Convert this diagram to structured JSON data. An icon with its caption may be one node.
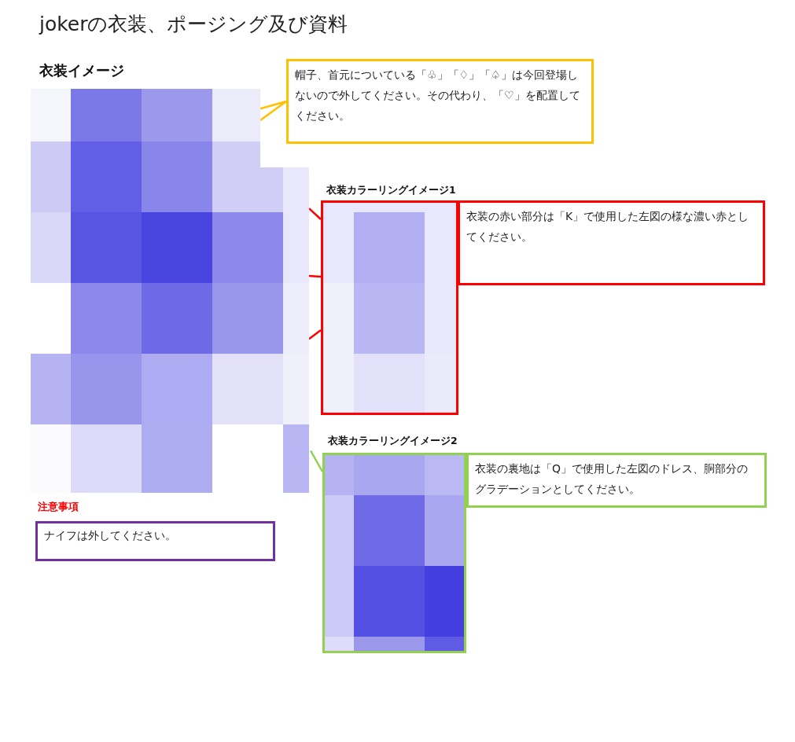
{
  "diagram": {
    "title": "jokerの衣装、ポージング及び資料",
    "nodes": [
      {
        "text": [
          "衣装イメージ"
        ]
      },
      {
        "text": [
          "帽子、首元についている「♧」「♢」「♤」は今回登場しないので外してください。その代わり、「♡」を配置してください。"
        ]
      },
      {
        "text": [
          "衣装カラーリングイメージ1"
        ]
      },
      {
        "text": [
          "衣装の赤い部分は「K」で使用した左図の様な濃い赤としてください。"
        ]
      },
      {
        "text": [
          "衣装カラーリングイメージ2"
        ]
      },
      {
        "text": [
          "衣装の裏地は「Q」で使用した左図のドレス、胴部分のグラデーションとしてください。"
        ]
      },
      {
        "text": [
          "注意事項",
          "ナイフは外してください。"
        ]
      }
    ],
    "edges": [
      {
        "from": 1,
        "to": 0,
        "arrow": "none",
        "color": "#ffc000"
      },
      {
        "from": 0,
        "to": 2,
        "arrow": "none",
        "color": "#ff0000"
      },
      {
        "from": 0,
        "to": 2,
        "arrow": "none",
        "color": "#ff0000"
      },
      {
        "from": 0,
        "to": 2,
        "arrow": "none",
        "color": "#ff0000"
      },
      {
        "from": 0,
        "to": 4,
        "arrow": "none",
        "color": "#92d050"
      }
    ]
  }
}
